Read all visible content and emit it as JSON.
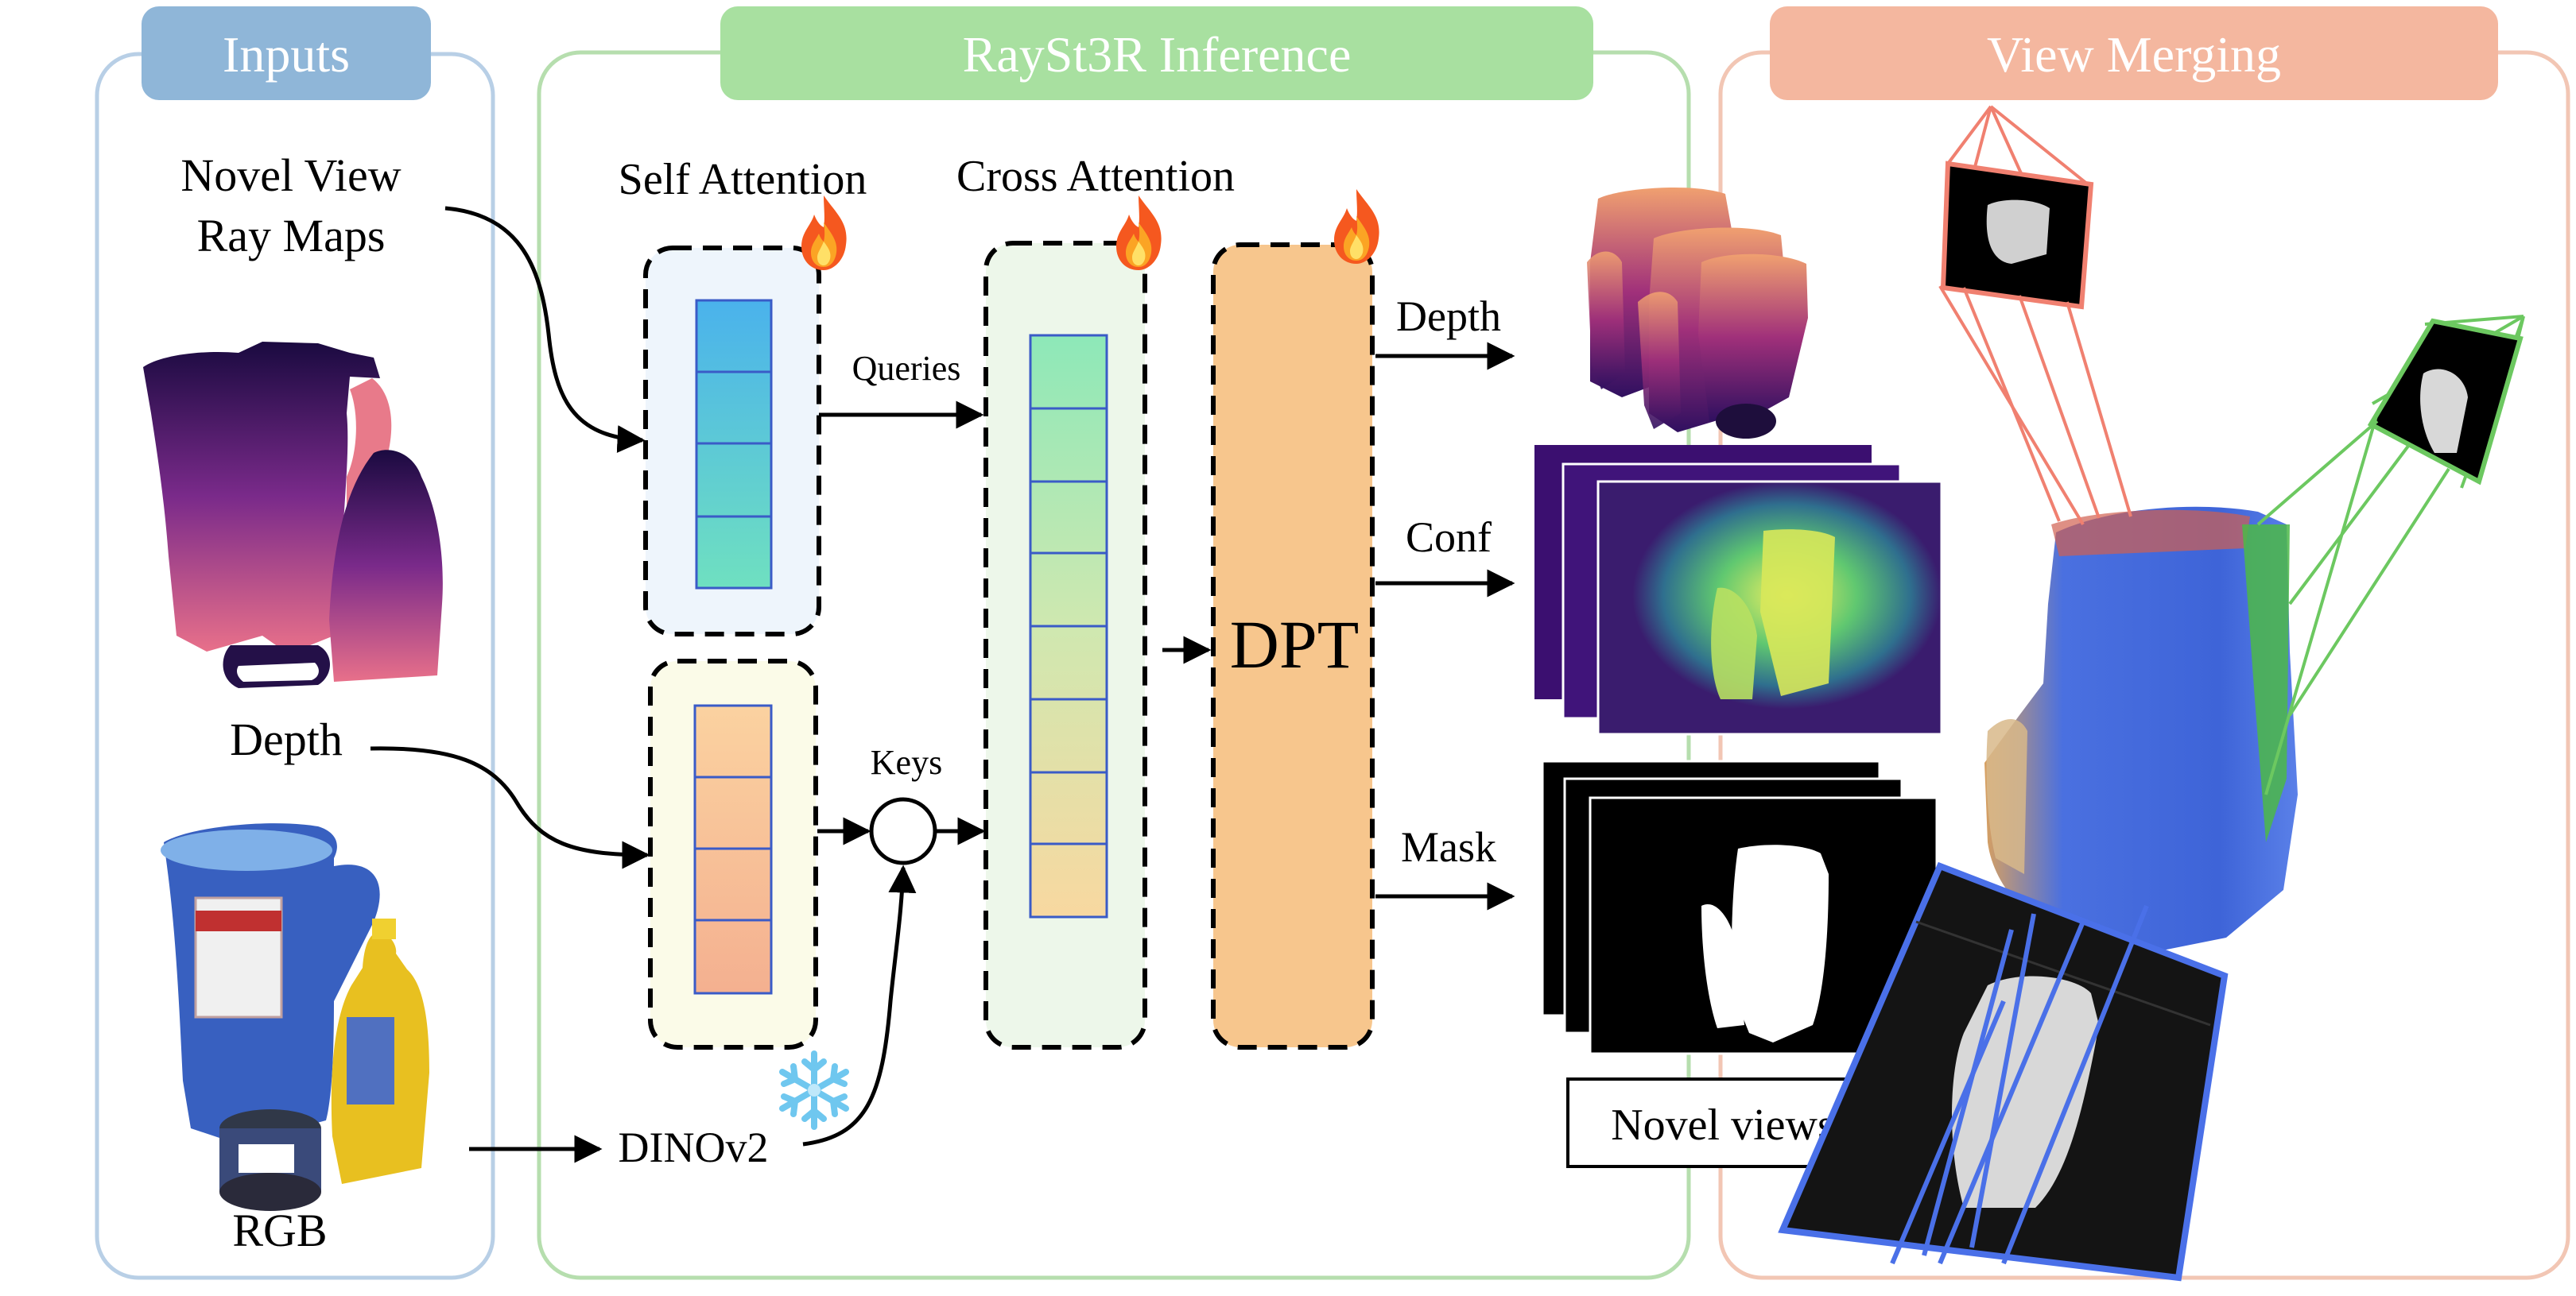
{
  "panels": {
    "inputs": {
      "title": "Inputs",
      "header_color": "#8fb6d8",
      "border_color": "#b8cfe6"
    },
    "inference": {
      "title": "RaySt3R Inference",
      "header_color": "#a8e0a0",
      "border_color": "#b6deae"
    },
    "merging": {
      "title": "View Merging",
      "header_color": "#f4b79f",
      "border_color": "#f2c6b4"
    }
  },
  "inputs": {
    "ray_maps_line1": "Novel View",
    "ray_maps_line2": "Ray Maps",
    "depth_label": "Depth",
    "rgb_label": "RGB"
  },
  "inference": {
    "self_attention": "Self Attention",
    "cross_attention": "Cross Attention",
    "queries": "Queries",
    "keys": "Keys",
    "dpt": "DPT",
    "dinov2": "DINOv2"
  },
  "outputs": {
    "depth": "Depth",
    "conf": "Conf",
    "mask": "Mask",
    "novel_views": "Novel views"
  },
  "icons": {
    "trainable": "fire-icon",
    "frozen": "snowflake-icon"
  },
  "colors": {
    "self_attn_fill": "#eef5fc",
    "dino_fill": "#fbfbe8",
    "cross_attn_fill": "#edf7ea",
    "dpt_fill": "#f7c68d",
    "token_border": "#3a5bc7",
    "view_frame_red": "#f08070",
    "view_frame_green": "#6cc860",
    "view_frame_blue": "#4a70e8"
  }
}
